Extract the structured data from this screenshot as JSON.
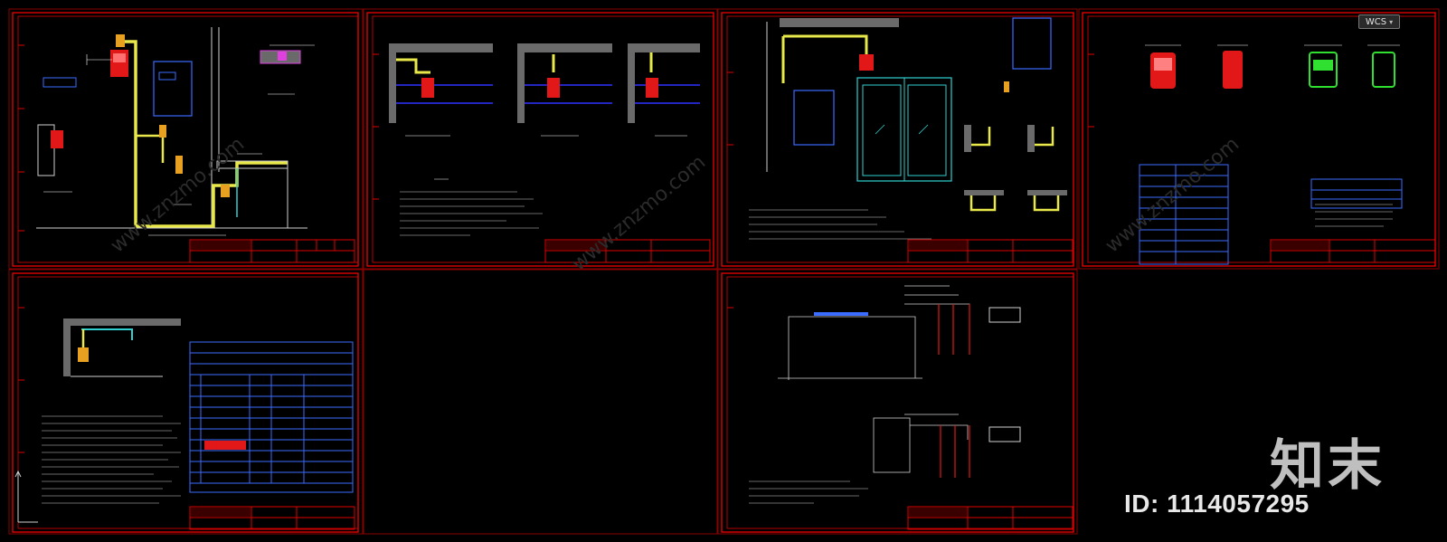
{
  "viewport": {
    "background": "#000000",
    "frame_color": "#e00000",
    "pipe_yellow": "#e8e84a",
    "meter_red": "#e21818",
    "meter_green": "#30e030",
    "dim_white": "#ffffff",
    "wall_blue": "#3030ff",
    "glass_cyan": "#30d0d0"
  },
  "ucs_icon": "ucs-axis-icon",
  "wcs_button": {
    "label": "WCS",
    "icon": "chevron-down-icon"
  },
  "watermark": {
    "brand": "知末",
    "id_label": "ID: 1114057295"
  },
  "sheets": [
    {
      "id": "sheet-1",
      "type": "riser-elevation"
    },
    {
      "id": "sheet-2",
      "type": "wall-mount-details"
    },
    {
      "id": "sheet-3",
      "type": "kitchen-elevation"
    },
    {
      "id": "sheet-4",
      "type": "meter-specs"
    },
    {
      "id": "sheet-5",
      "type": "material-list"
    },
    {
      "id": "sheet-6",
      "type": "blank"
    },
    {
      "id": "sheet-7",
      "type": "dimension-layout"
    }
  ]
}
